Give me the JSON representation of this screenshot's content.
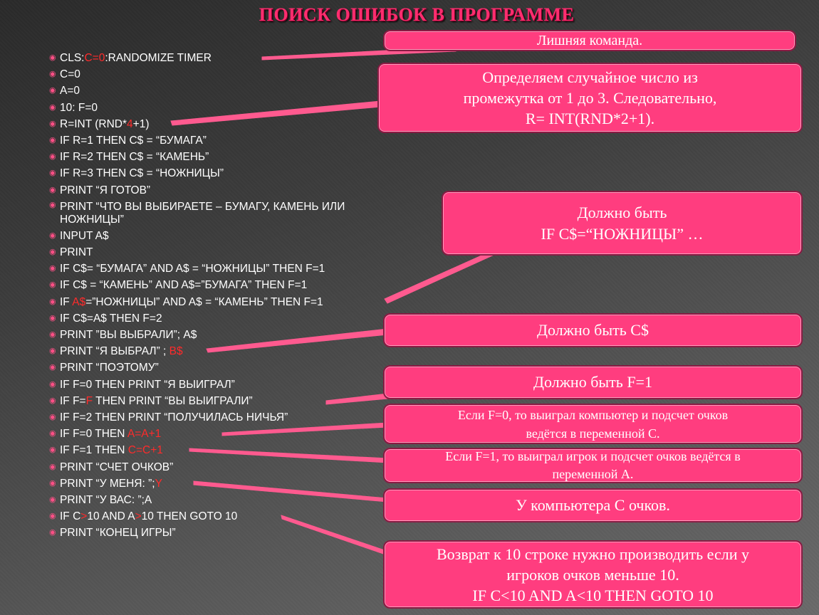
{
  "title": "ПОИСК ОШИБОК В ПРОГРАММЕ",
  "code_lines": [
    {
      "segments": [
        {
          "t": "CLS:"
        },
        {
          "t": "C=0",
          "err": true
        },
        {
          "t": ":RANDOMIZE TIMER"
        }
      ]
    },
    {
      "segments": [
        {
          "t": "C=0"
        }
      ]
    },
    {
      "segments": [
        {
          "t": "A=0"
        }
      ]
    },
    {
      "segments": [
        {
          "t": "10: F=0"
        }
      ]
    },
    {
      "segments": [
        {
          "t": "R=INT (RND*"
        },
        {
          "t": "4",
          "err": true
        },
        {
          "t": "+1)"
        }
      ]
    },
    {
      "segments": [
        {
          "t": "IF R=1 THEN C$ = “БУМАГА”"
        }
      ]
    },
    {
      "segments": [
        {
          "t": "IF R=2 THEN C$ = “КАМЕНЬ”"
        }
      ]
    },
    {
      "segments": [
        {
          "t": "IF R=3 THEN C$ = “НОЖНИЦЫ”"
        }
      ]
    },
    {
      "segments": [
        {
          "t": "PRINT “Я ГОТОВ”"
        }
      ]
    },
    {
      "two": true,
      "segments": [
        {
          "t": "PRINT “ЧТО ВЫ ВЫБИРАЕТЕ – БУМАГУ, КАМЕНЬ ИЛИ НОЖНИЦЫ”"
        }
      ]
    },
    {
      "segments": [
        {
          "t": "INPUT A$"
        }
      ]
    },
    {
      "segments": [
        {
          "t": "PRINT"
        }
      ]
    },
    {
      "segments": [
        {
          "t": "IF C$= “БУМАГА” AND A$ = “НОЖНИЦЫ” THEN F=1"
        }
      ]
    },
    {
      "segments": [
        {
          "t": "IF C$ = “КАМЕНЬ” AND A$=”БУМАГА” THEN F=1"
        }
      ]
    },
    {
      "segments": [
        {
          "t": "IF "
        },
        {
          "t": "A$",
          "err": true
        },
        {
          "t": "=”НОЖНИЦЫ” AND A$ = “КАМЕНЬ” THEN F=1"
        }
      ]
    },
    {
      "segments": [
        {
          "t": "IF C$=A$ THEN F=2"
        }
      ]
    },
    {
      "segments": [
        {
          "t": "PRINT ”ВЫ ВЫБРАЛИ”; A$"
        }
      ]
    },
    {
      "segments": [
        {
          "t": "PRINT “Я ВЫБРАЛ” ; "
        },
        {
          "t": "B$",
          "err": true
        }
      ]
    },
    {
      "segments": [
        {
          "t": "PRINT “ПОЭТОМУ”"
        }
      ]
    },
    {
      "segments": [
        {
          "t": "IF F=0 THEN PRINT “Я ВЫИГРАЛ”"
        }
      ]
    },
    {
      "segments": [
        {
          "t": "IF F="
        },
        {
          "t": "F",
          "err": true
        },
        {
          "t": " THEN PRINT “ВЫ ВЫИГРАЛИ”"
        }
      ]
    },
    {
      "segments": [
        {
          "t": "IF F=2 THEN PRINT “ПОЛУЧИЛАСЬ НИЧЬЯ”"
        }
      ]
    },
    {
      "segments": [
        {
          "t": "IF F=0 THEN "
        },
        {
          "t": "A=A+1",
          "err": true
        }
      ]
    },
    {
      "segments": [
        {
          "t": "IF F=1 THEN "
        },
        {
          "t": "C=C+1",
          "err": true
        }
      ]
    },
    {
      "segments": [
        {
          "t": "PRINT “СЧЕТ ОЧКОВ”"
        }
      ]
    },
    {
      "segments": [
        {
          "t": "PRINT “У МЕНЯ: ”;"
        },
        {
          "t": "Y",
          "err": true
        }
      ]
    },
    {
      "segments": [
        {
          "t": "PRINT “У ВАС: ”;A"
        }
      ]
    },
    {
      "segments": [
        {
          "t": "IF C"
        },
        {
          "t": ">",
          "err": true
        },
        {
          "t": "10 AND A"
        },
        {
          "t": ">",
          "err": true
        },
        {
          "t": "10 THEN GOTO 10"
        }
      ]
    },
    {
      "segments": [
        {
          "t": "PRINT “КОНЕЦ ИГРЫ”"
        }
      ]
    }
  ],
  "callouts": {
    "c1": [
      "Лишняя команда."
    ],
    "c2": [
      "Определяем  случайное число из",
      "промежутка  от  1 до 3. Следовательно,",
      "R= INT(RND*2+1)."
    ],
    "c3": [
      "Должно быть",
      "IF C$=“НОЖНИЦЫ” …"
    ],
    "c4": [
      "Должно быть C$"
    ],
    "c5": [
      "Должно быть F=1"
    ],
    "c6": [
      "Если F=0, то выиграл компьютер и подсчет очков",
      "ведётся в переменной С."
    ],
    "c7": [
      "Если F=1, то выиграл игрок и подсчет очков ведётся в",
      "переменной А."
    ],
    "c8": [
      "У компьютера С очков."
    ],
    "c9": [
      "Возврат к 10 строке нужно производить если у",
      "игроков очков меньше 10.",
      "IF  C<10 AND A<10 THEN GOTO 10"
    ]
  },
  "colors": {
    "accent": "#ff3d7f",
    "error": "#ff2b2b",
    "title": "#ff2d6f"
  }
}
